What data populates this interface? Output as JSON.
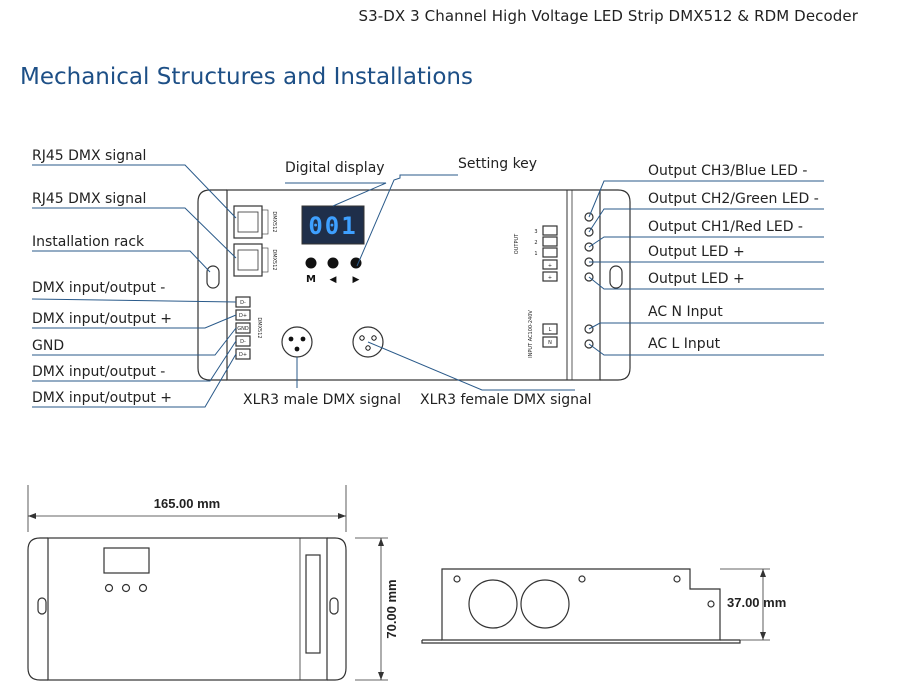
{
  "header": {
    "doc_title": "S3-DX  3 Channel High Voltage LED Strip DMX512 & RDM Decoder",
    "section_title": "Mechanical Structures and Installations"
  },
  "device": {
    "display_digits": "001",
    "buttons": [
      "M",
      "◀",
      "▶"
    ],
    "rj45_side_text": "DMX512",
    "output_block_label": "OUTPUT",
    "input_block_label": "INPUT AC100-240V",
    "output_terminals": [
      "3",
      "2",
      "1",
      "+",
      "+"
    ],
    "input_terminals": [
      "L",
      "N"
    ],
    "dmx_terminals": [
      "D-",
      "D+",
      "GND",
      "D-",
      "D+"
    ]
  },
  "labels": {
    "left": [
      "RJ45 DMX signal",
      "RJ45 DMX signal",
      "Installation rack",
      "DMX input/output -",
      "DMX input/output +",
      "GND",
      "DMX input/output -",
      "DMX input/output +"
    ],
    "top": [
      "Digital display",
      "Setting key"
    ],
    "right": [
      "Output CH3/Blue LED -",
      "Output CH2/Green LED -",
      "Output CH1/Red LED -",
      "Output LED +",
      "Output LED +",
      "AC N Input",
      "AC L Input"
    ],
    "bottom": [
      "XLR3 male DMX signal",
      "XLR3 female DMX signal"
    ]
  },
  "dimensions": {
    "width": "165.00 mm",
    "height": "70.00 mm",
    "depth": "37.00 mm"
  },
  "colors": {
    "title_blue": "#1d4f86",
    "leader_line": "#2a5a8a",
    "display_bg": "#1f2f4a",
    "display_digits": "#3ea0ff"
  }
}
